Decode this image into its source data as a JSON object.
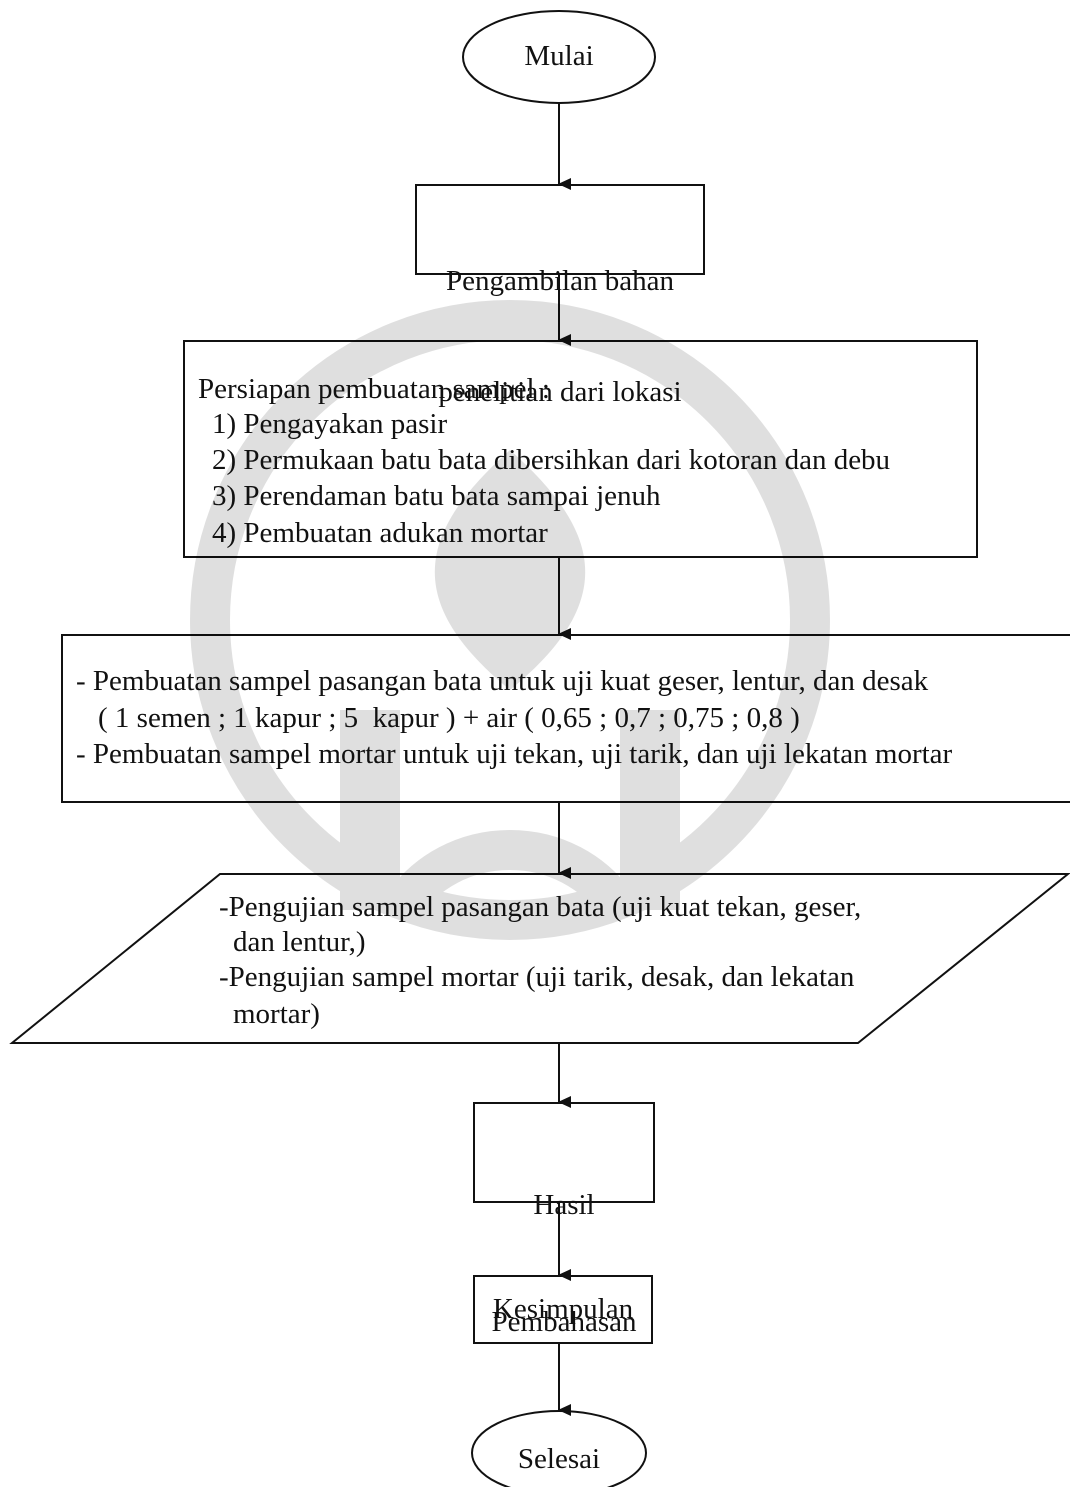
{
  "flowchart": {
    "start": "Mulai",
    "step1": {
      "line1": "Pengambilan bahan",
      "line2": "penelitian dari lokasi"
    },
    "step2": {
      "heading": "Persiapan pembuatan sampel :",
      "items": [
        "1) Pengayakan pasir",
        "2) Permukaan batu bata dibersihkan dari kotoran dan debu",
        "3) Perendaman batu bata sampai jenuh",
        "4) Pembuatan adukan mortar"
      ]
    },
    "step3": {
      "line1": "- Pembuatan sampel pasangan bata untuk uji kuat geser, lentur, dan desak",
      "line2": "( 1 semen ; 1 kapur ; 5  kapur ) + air ( 0,65 ; 0,7 ; 0,75 ; 0,8 )",
      "line3": "- Pembuatan sampel mortar untuk uji tekan, uji tarik, dan uji lekatan mortar"
    },
    "step4": {
      "line1": "-Pengujian sampel pasangan bata (uji kuat tekan, geser,",
      "line2": "dan lentur,)",
      "line3": "-Pengujian sampel mortar (uji tarik, desak, dan lekatan",
      "line4": "mortar)"
    },
    "step5": {
      "line1": "Hasil",
      "line2": "Pembahasan"
    },
    "step6": "Kesimpulan",
    "end": "Selesai"
  },
  "colors": {
    "stroke": "#111111",
    "background": "#ffffff",
    "watermark": "#000000"
  },
  "icons": {
    "watermark": "university-seal-watermark"
  }
}
